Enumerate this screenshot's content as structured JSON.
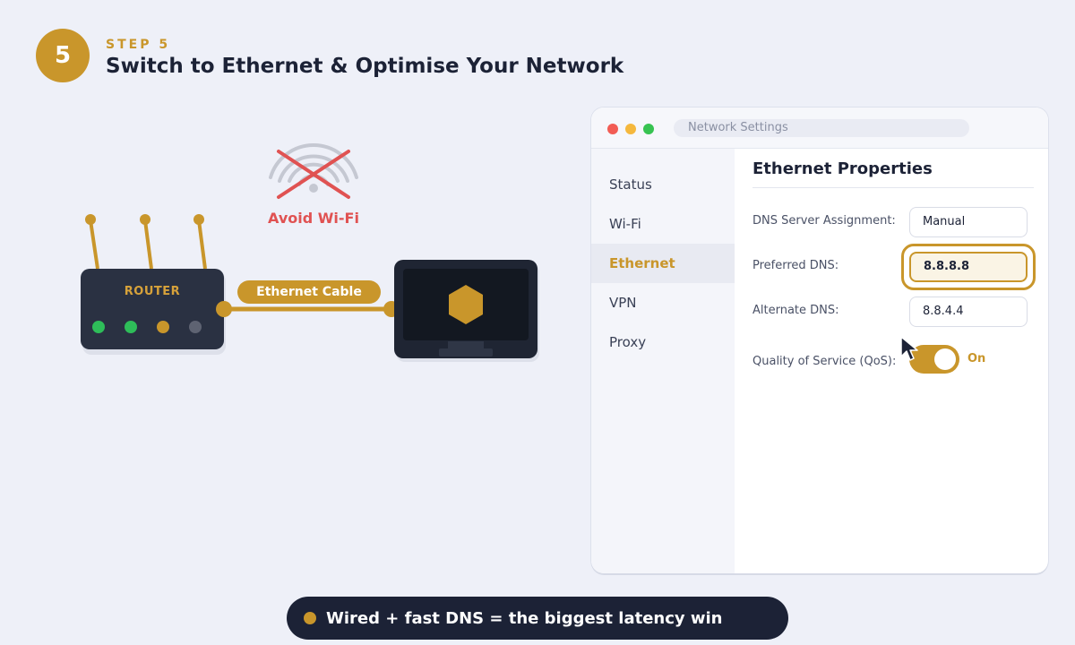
{
  "header": {
    "step_number": "5",
    "step_label": "STEP 5",
    "title": "Switch to Ethernet & Optimise Your Network"
  },
  "illustration": {
    "avoid_wifi_label": "Avoid Wi-Fi",
    "router_label": "ROUTER",
    "cable_label": "Ethernet Cable",
    "router_leds": [
      "green",
      "green",
      "amber",
      "gray"
    ]
  },
  "window": {
    "title": "Network Settings",
    "sidebar": {
      "items": [
        {
          "label": "Status",
          "active": false
        },
        {
          "label": "Wi-Fi",
          "active": false
        },
        {
          "label": "Ethernet",
          "active": true
        },
        {
          "label": "VPN",
          "active": false
        },
        {
          "label": "Proxy",
          "active": false
        }
      ]
    },
    "panel": {
      "title": "Ethernet Properties",
      "dns_assignment": {
        "label": "DNS Server Assignment:",
        "value": "Manual"
      },
      "preferred_dns": {
        "label": "Preferred DNS:",
        "value": "8.8.8.8"
      },
      "alternate_dns": {
        "label": "Alternate DNS:",
        "value": "8.8.4.4"
      },
      "qos": {
        "label": "Quality of Service (QoS):",
        "state": "On"
      }
    }
  },
  "tip": {
    "text": "Wired + fast DNS = the biggest latency win"
  },
  "colors": {
    "accent": "#c9962b",
    "dark": "#1c2236",
    "warning": "#e05252",
    "background": "#eef0f8"
  }
}
